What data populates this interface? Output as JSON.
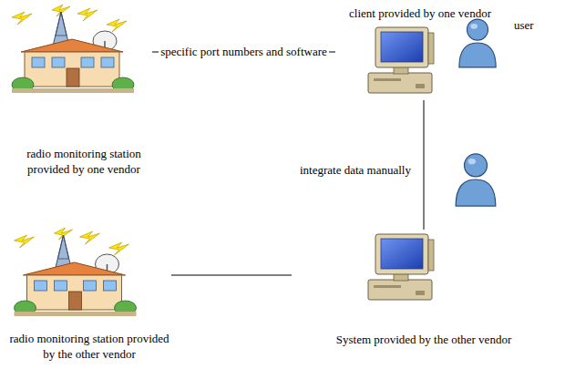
{
  "diagram": {
    "nodes": [
      {
        "text": [
          "radio monitoring station provided by one vendor"
        ]
      },
      {
        "text": [
          "client provided by one vendor"
        ]
      },
      {
        "text": [
          "radio monitoring station provided by the other vendor"
        ]
      },
      {
        "text": [
          "System provided by the other vendor"
        ]
      }
    ],
    "edges": [
      {
        "from": 0,
        "to": 1,
        "label": "specific port numbers and software",
        "arrow": "none"
      },
      {
        "from": 1,
        "to": 3,
        "label": "integrate data manually",
        "arrow": "none"
      },
      {
        "from": 2,
        "to": 3,
        "arrow": "none"
      }
    ],
    "labels": [
      "user"
    ]
  }
}
